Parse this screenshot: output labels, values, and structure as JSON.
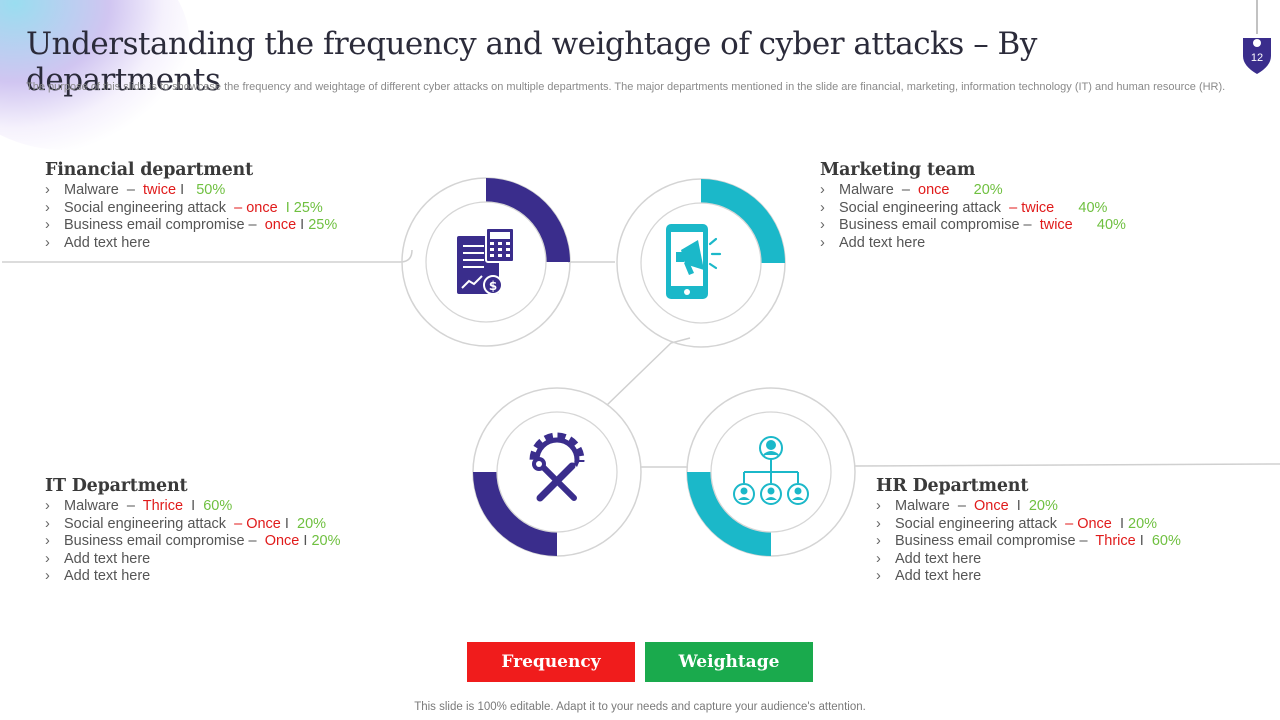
{
  "slide": {
    "title": "Understanding the frequency and weightage of cyber attacks – By departments",
    "subtitle": "The purpose of this slide is to showcase the frequency and weightage of different cyber attacks on multiple departments. The major departments mentioned in the slide are financial, marketing, information technology (IT) and human resource (HR).",
    "page_number": "12",
    "footer": "This slide is 100% editable. Adapt it to your needs and capture your audience's attention."
  },
  "colors": {
    "financial": "#3a2d8c",
    "marketing": "#1bb8c9",
    "it": "#3a2d8c",
    "hr": "#1bb8c9",
    "frequency": "#f01c1c",
    "weightage": "#1aaa4d"
  },
  "legend": {
    "frequency_label": "Frequency",
    "weightage_label": "Weightage"
  },
  "departments": {
    "financial": {
      "title": "Financial department",
      "icon": "finance-calculator-icon",
      "weightage_fraction": 0.25,
      "items": [
        {
          "label": "Malware",
          "dash": "–",
          "freq": "twice",
          "sep": "I",
          "wt": "50%"
        },
        {
          "label": "Social engineering attack",
          "dash": "–",
          "freq": "once",
          "sep": "I",
          "wt": "25%"
        },
        {
          "label": "Business email compromise",
          "dash": "–",
          "freq": "once",
          "sep": "I",
          "wt": "25%"
        },
        {
          "label": "Add text here"
        }
      ]
    },
    "marketing": {
      "title": "Marketing team",
      "icon": "smartphone-megaphone-icon",
      "weightage_fraction": 0.25,
      "items": [
        {
          "label": "Malware",
          "dash": "–",
          "freq": "once",
          "sep": "",
          "wt": "20%"
        },
        {
          "label": "Social engineering attack",
          "dash": "–",
          "freq": "twice",
          "sep": "",
          "wt": "40%"
        },
        {
          "label": "Business email compromise",
          "dash": "–",
          "freq": "twice",
          "sep": "",
          "wt": "40%"
        },
        {
          "label": "Add text here"
        }
      ]
    },
    "it": {
      "title": "IT Department",
      "icon": "gear-tools-icon",
      "weightage_fraction": 0.25,
      "items": [
        {
          "label": "Malware",
          "dash": "–",
          "freq": "Thrice",
          "sep": "I",
          "wt": "60%"
        },
        {
          "label": "Social engineering attack",
          "dash": "–",
          "freq": "Once",
          "sep": "I",
          "wt": "20%"
        },
        {
          "label": "Business email compromise",
          "dash": "–",
          "freq": "Once",
          "sep": "I",
          "wt": "20%"
        },
        {
          "label": "Add text here"
        },
        {
          "label": "Add text here"
        }
      ]
    },
    "hr": {
      "title": "HR Department",
      "icon": "org-chart-icon",
      "weightage_fraction": 0.25,
      "items": [
        {
          "label": "Malware",
          "dash": "–",
          "freq": "Once",
          "sep": "I",
          "wt": "20%"
        },
        {
          "label": "Social engineering attack",
          "dash": "–",
          "freq": "Once",
          "sep": "I",
          "wt": "20%"
        },
        {
          "label": "Business email compromise",
          "dash": "–",
          "freq": "Thrice",
          "sep": "I",
          "wt": "60%"
        },
        {
          "label": "Add text here"
        },
        {
          "label": "Add text here"
        }
      ]
    }
  }
}
